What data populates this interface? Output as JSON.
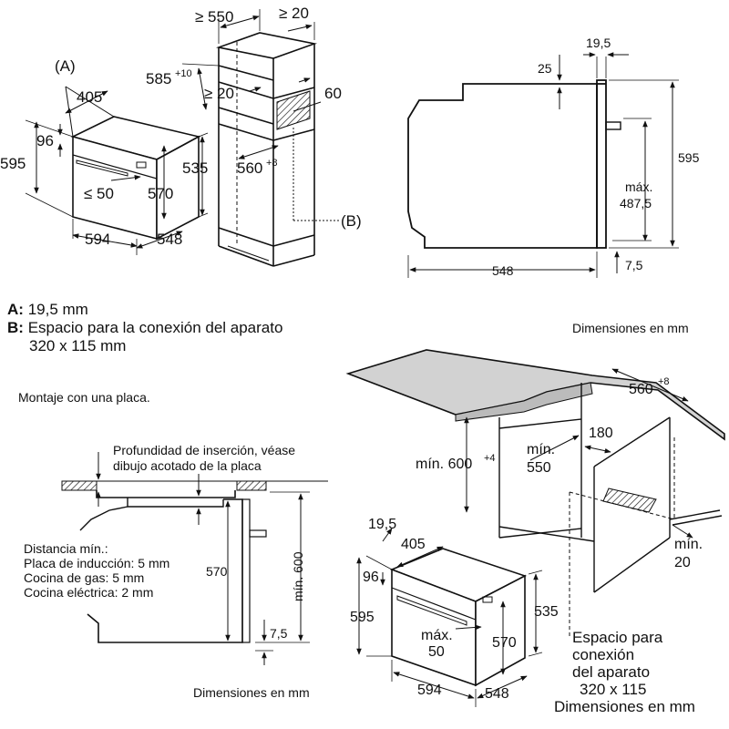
{
  "top_left": {
    "a_marker": "(A)",
    "d405": "405",
    "d96": "96",
    "d595": "595",
    "d50": "≤ 50",
    "d570": "570",
    "d594": "594",
    "d548": "548",
    "d535": "535",
    "d550": "≥ 550",
    "d20a": "≥ 20",
    "d585": "585",
    "d585_sup": "+10",
    "d20b": "≥ 20",
    "d60": "60",
    "d560": "560",
    "d560_sup": "+8",
    "b_marker": "(B)"
  },
  "top_right": {
    "d19_5": "19,5",
    "d25": "25",
    "d595": "595",
    "max_label": "máx.",
    "d487_5": "487,5",
    "d548": "548",
    "d7_5": "7,5"
  },
  "legend": {
    "a_key": "A:",
    "a_text": "19,5 mm",
    "b_key": "B:",
    "b_text_1": "Espacio para la conexión del aparato",
    "b_text_2": "320 x 115 mm"
  },
  "dims_note_top": "Dimensiones en mm",
  "bottom_left": {
    "title": "Montaje con una placa.",
    "depth_1": "Profundidad de inserción, véase",
    "depth_2": "dibujo acotado de la placa",
    "dist_title": "Distancia mín.:",
    "dist_1": "Placa de inducción: 5 mm",
    "dist_2": "Cocina de gas: 5 mm",
    "dist_3": "Cocina eléctrica: 2 mm",
    "d570": "570",
    "min600": "mín. 600",
    "d7_5": "7,5",
    "dims_note": "Dimensiones en mm"
  },
  "bottom_right": {
    "d560": "560",
    "d560_sup": "+8",
    "d180": "180",
    "min600": "mín. 600",
    "min600_sup": "+4",
    "min550_a": "mín.",
    "min550_b": "550",
    "min20_a": "mín.",
    "min20_b": "20",
    "d19_5": "19,5",
    "d405": "405",
    "d96": "96",
    "d595": "595",
    "max_a": "máx.",
    "max_b": "50",
    "d570": "570",
    "d535": "535",
    "d594": "594",
    "d548": "548",
    "conn_1": "Espacio para",
    "conn_2": "conexión",
    "conn_3": "del aparato",
    "conn_4": "320 x 115",
    "dims_note": "Dimensiones en mm"
  }
}
